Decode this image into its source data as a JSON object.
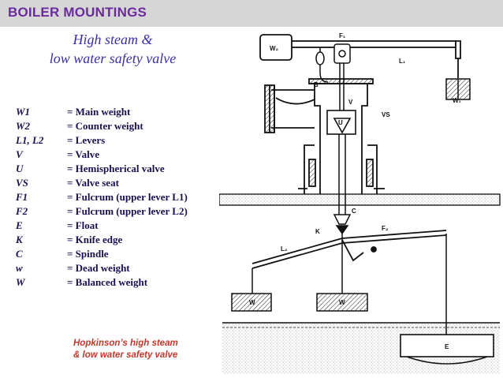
{
  "header": {
    "title": "BOILER MOUNTINGS"
  },
  "subtitle": {
    "line1": "High steam &",
    "line2": "low water safety valve"
  },
  "legend": [
    {
      "symbol": "W1",
      "definition": "= Main weight"
    },
    {
      "symbol": "W2",
      "definition": "= Counter weight"
    },
    {
      "symbol": "L1, L2",
      "definition": "= Levers"
    },
    {
      "symbol": "V",
      "definition": "= Valve"
    },
    {
      "symbol": "U",
      "definition": "= Hemispherical valve"
    },
    {
      "symbol": "VS",
      "definition": "= Valve seat"
    },
    {
      "symbol": "F1",
      "definition": "= Fulcrum (upper lever L1)"
    },
    {
      "symbol": "F2",
      "definition": "= Fulcrum (upper lever L2)"
    },
    {
      "symbol": "E",
      "definition": "= Float"
    },
    {
      "symbol": "K",
      "definition": "= Knife edge"
    },
    {
      "symbol": "C",
      "definition": "= Spindle"
    },
    {
      "symbol": "w",
      "definition": "= Dead weight"
    },
    {
      "symbol": "W",
      "definition": "= Balanced weight"
    }
  ],
  "caption": {
    "line1": "Hopkinson’s high steam",
    "line2": "& low water safety valve"
  },
  "diagram_labels": {
    "w2": "W₂",
    "w1": "W₁",
    "f1": "F₁",
    "l1": "L₁",
    "b": "B",
    "v": "V",
    "vs": "VS",
    "u": "U",
    "c": "C",
    "k": "K",
    "f2": "F₂",
    "l2": "L₂",
    "w_left": "W",
    "w_mid": "W",
    "e": "E"
  },
  "colors": {
    "header_bg": "#d6d6d6",
    "header_text": "#6a2c9c",
    "subtitle": "#3a2fa6",
    "caption": "#c0392b"
  }
}
